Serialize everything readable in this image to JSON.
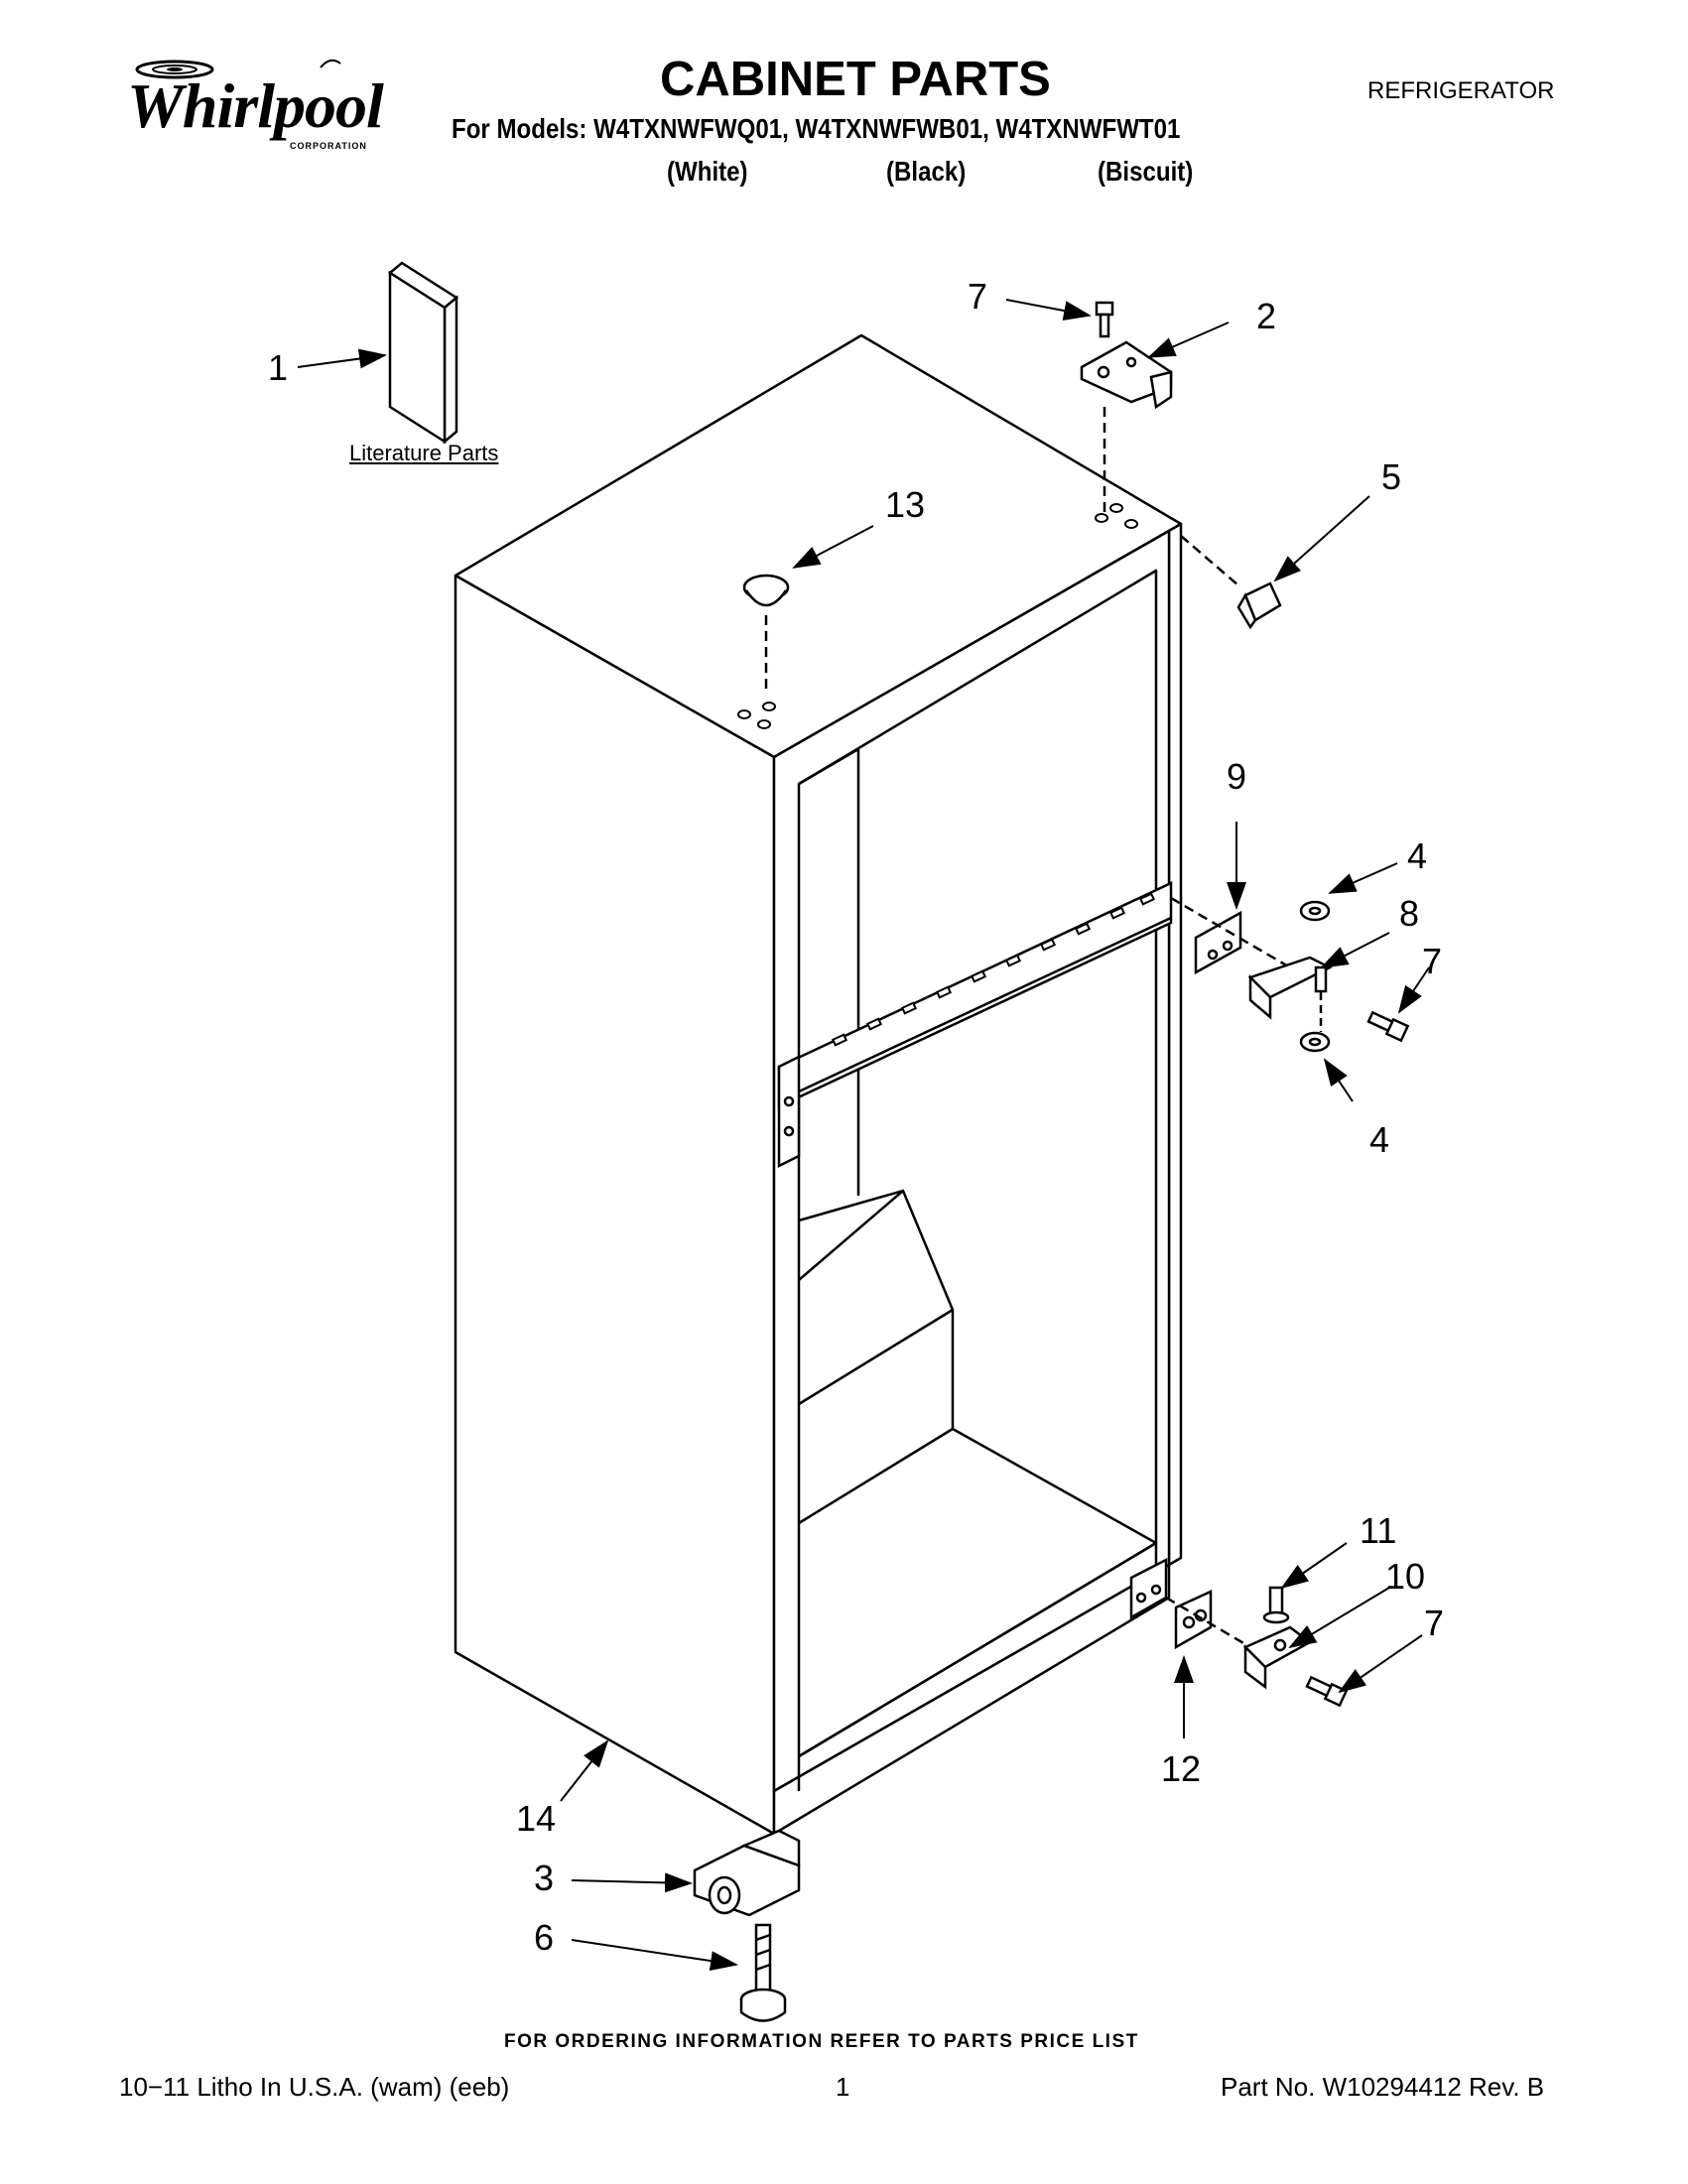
{
  "brand": {
    "name": "Whirlpool",
    "subtext": "CORPORATION"
  },
  "header": {
    "title": "CABINET PARTS",
    "doc_type": "REFRIGERATOR",
    "models_line": "For Models: W4TXNWFWQ01, W4TXNWFWB01, W4TXNWFWT01",
    "colors": [
      "(White)",
      "(Black)",
      "(Biscuit)"
    ]
  },
  "diagram": {
    "literature_label": "Literature Parts",
    "callouts": {
      "c1": "1",
      "c2": "2",
      "c3": "3",
      "c4a": "4",
      "c4b": "4",
      "c5": "5",
      "c6": "6",
      "c7a": "7",
      "c7b": "7",
      "c7c": "7",
      "c8": "8",
      "c9": "9",
      "c10": "10",
      "c11": "11",
      "c12": "12",
      "c13": "13",
      "c14": "14"
    }
  },
  "footer": {
    "order_note": "FOR ORDERING INFORMATION REFER TO PARTS PRICE LIST",
    "litho": "10−11 Litho In U.S.A. (wam) (eeb)",
    "page": "1",
    "part_no": "Part No. W10294412 Rev. B"
  }
}
